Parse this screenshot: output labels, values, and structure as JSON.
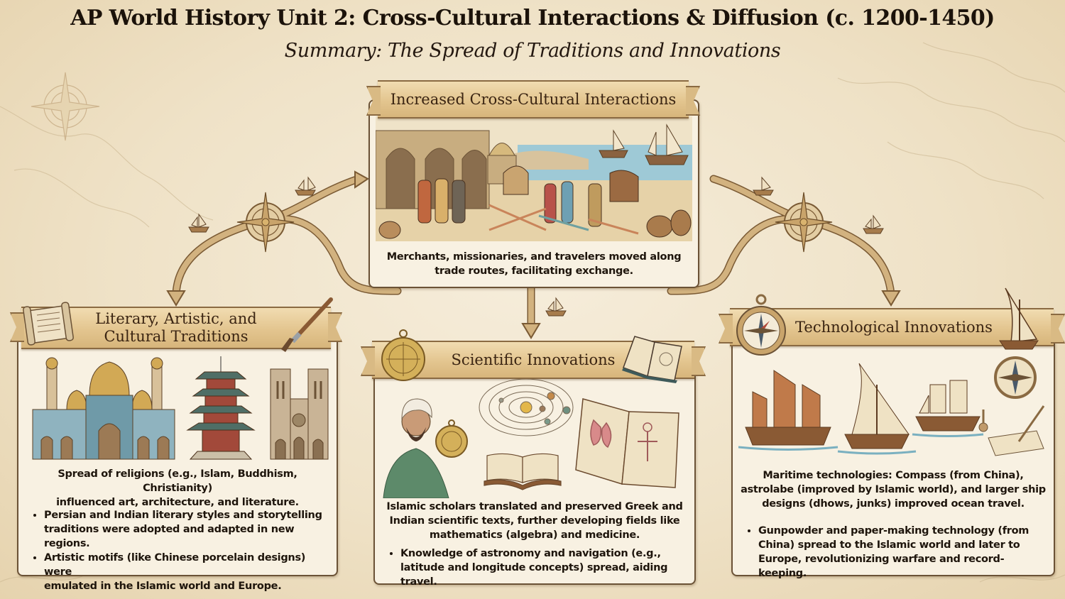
{
  "header": {
    "title": "AP World History Unit 2: Cross-Cultural Interactions & Diffusion (c. 1200-1450)",
    "subtitle": "Summary: The Spread of Traditions and Innovations"
  },
  "top_panel": {
    "heading": "Increased Cross-Cultural Interactions",
    "caption_line1": "Merchants, missionaries, and travelers moved along",
    "caption_line2": "trade routes, facilitating exchange.",
    "illustration": "trade-bazaar-scene-icon"
  },
  "left_panel": {
    "heading_line1": "Literary, Artistic, and",
    "heading_line2": "Cultural Traditions",
    "icons": [
      "scroll-icon",
      "paintbrush-icon"
    ],
    "buildings": [
      "mosque-icon",
      "pagoda-icon",
      "gothic-cathedral-icon"
    ],
    "summary_line1": "Spread of religions (e.g., Islam, Buddhism, Christianity)",
    "summary_line2": "influenced art, architecture, and literature.",
    "bullets": [
      {
        "line1": "Persian and Indian literary styles and storytelling",
        "line2": "traditions were adopted and adapted in new regions."
      },
      {
        "line1": "Artistic motifs (like Chinese porcelain designs) were",
        "line2": "emulated in the Islamic world and Europe."
      }
    ]
  },
  "middle_panel": {
    "heading": "Scientific Innovations",
    "icons": [
      "astrolabe-icon",
      "open-book-icon"
    ],
    "illustrations": [
      "scholar-with-astrolabe-icon",
      "solar-system-icon",
      "manuscript-book-icon",
      "anatomy-book-icon"
    ],
    "summary_line1": "Islamic scholars translated and preserved Greek and",
    "summary_line2": "Indian scientific texts, further developing fields like",
    "summary_line3": "mathematics (algebra) and medicine.",
    "bullets": [
      {
        "line1": "Knowledge of astronomy and navigation (e.g.,",
        "line2": "latitude and longitude concepts) spread, aiding travel."
      }
    ]
  },
  "right_panel": {
    "heading": "Technological Innovations",
    "icons": [
      "compass-icon",
      "dhow-ship-icon"
    ],
    "illustrations": [
      "junk-ship-icon",
      "dhow-ship-icon",
      "caravel-ship-icon",
      "compass-diagram-icon",
      "paper-quill-icon"
    ],
    "summary_line1": "Maritime technologies: Compass (from China),",
    "summary_line2": "astrolabe (improved by Islamic world), and larger ship",
    "summary_line3": "designs (dhows, junks) improved ocean travel.",
    "bullets": [
      {
        "line1": "Gunpowder and paper-making technology (from",
        "line2": "China) spread to the Islamic world and later to",
        "line3": "Europe, revolutionizing warfare and record-keeping."
      }
    ]
  },
  "decor": {
    "connectors": [
      "left-arrow-route",
      "center-arrow-route",
      "right-arrow-route"
    ],
    "compass_roses": [
      "compass-rose-left-icon",
      "compass-rose-right-icon",
      "compass-rose-map-icon"
    ],
    "ships": [
      "small-ship-icon"
    ]
  },
  "colors": {
    "parchment": "#f8f1e2",
    "banner": "#e3c58f",
    "border": "#6b5236",
    "route": "#c8a674",
    "text": "#1e150c"
  }
}
